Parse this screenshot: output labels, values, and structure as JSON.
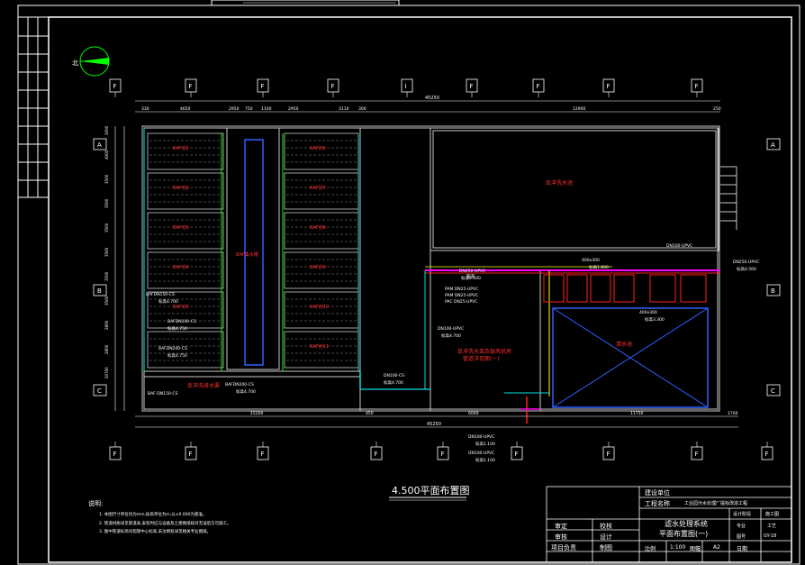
{
  "drawing": {
    "title": "4.500平面布置图",
    "north_label": "北",
    "axis_top": [
      "F",
      "F",
      "F",
      "F",
      "I",
      "F",
      "F",
      "F",
      "F"
    ],
    "axis_bottom": [
      "F",
      "F",
      "F",
      "F",
      "F",
      "F",
      "F",
      "F",
      "F"
    ],
    "axis_left": [
      "A",
      "B",
      "C"
    ],
    "axis_right": [
      "A",
      "B",
      "C"
    ],
    "dims_top": [
      "330",
      "4650",
      "2950",
      "750",
      "1100",
      "2950",
      "3110",
      "300",
      "12900",
      "250"
    ],
    "dims_top_total": "45250",
    "dims_bottom": [
      "15200",
      "450",
      "6000",
      "11750",
      "1700"
    ],
    "dims_bottom_total": "45250",
    "dims_left": [
      "3000",
      "4000",
      "3500",
      "3500",
      "3500",
      "3500",
      "3500",
      "3500",
      "2800",
      "2800",
      "20700"
    ],
    "tank_labels_left": [
      "BAF池1",
      "BAF池2",
      "BAF池3",
      "BAF池4",
      "BAF池5"
    ],
    "tank_labels_right": [
      "BAF池6",
      "BAF池7",
      "BAF池8",
      "BAF池9",
      "BAF池10",
      "BAF池11"
    ],
    "center_channel": "BAF集水槽",
    "big_tank": "反冲洗水池",
    "lower_tank": "清水池",
    "left_sub": "反冲洗排水渠",
    "red_note_1": "反冲洗水泵及鼓风机房",
    "red_note_2": "管道详见图(一)",
    "pipe_labels": [
      "BAFDN150-CS",
      "标高4.700",
      "BAFDN100-CS",
      "标高4.750",
      "BAFDN200-CS",
      "标高4.750",
      "BAF-DN150-CS",
      "BAFDN200-CS",
      "标高4.700",
      "DN100-CS",
      "标高4.700",
      "DN100-UPVC",
      "标高4.700",
      "DN250-UPVC",
      "标高4.500",
      "DN100-UPVC",
      "标高1.100",
      "DN100-UPVC",
      "标高1.100",
      "400x300",
      "标高1.800",
      "400x300",
      "标高3.300",
      "DN250-UPVC",
      "标高4.500",
      "PAM DN25-UPVC",
      "PAM DN25-UPVC",
      "PAC DN25-UPVC",
      "管道",
      "DN100-UPVC"
    ],
    "notes_title": "说明:",
    "notes": [
      "1. 本图尺寸单位均为mm,标高单位为m,以±0.000为基准。",
      "2. 管道材质详见管道表,安装时应与设备及土建图纸核对无误后方可施工。",
      "3. 图中管道标高均指管中心标高,未注明处详见相关专业图纸。"
    ]
  },
  "title_block": {
    "design_unit_label": "建设单位",
    "project_label": "工程名称",
    "project_name": "工业园污水处理厂提标改造工程",
    "drawing_name_1": "滤水处理系统",
    "drawing_name_2": "平面布置图(一)",
    "stage_label": "设计阶段",
    "stage_value": "施工图",
    "spec_label": "专业",
    "spec_value": "工艺",
    "no_label": "图号",
    "no_value": "GY-18",
    "scale_label": "比例",
    "scale_value": "1:100",
    "size_label": "图幅",
    "size_value": "A2",
    "date_label": "日期",
    "rows_left": [
      "审定",
      "审核",
      "项目负责"
    ],
    "rows_mid": [
      "校核",
      "设计",
      "制图"
    ]
  },
  "colors": {
    "frame": "#ffffff",
    "wall": "#c8c8c8",
    "pipe_magenta": "#ff00ff",
    "pipe_red": "#ff2020",
    "pipe_blue": "#3060ff",
    "pipe_cyan": "#00e0e0",
    "pipe_yellow": "#ffff00",
    "pipe_green": "#00ff00"
  }
}
